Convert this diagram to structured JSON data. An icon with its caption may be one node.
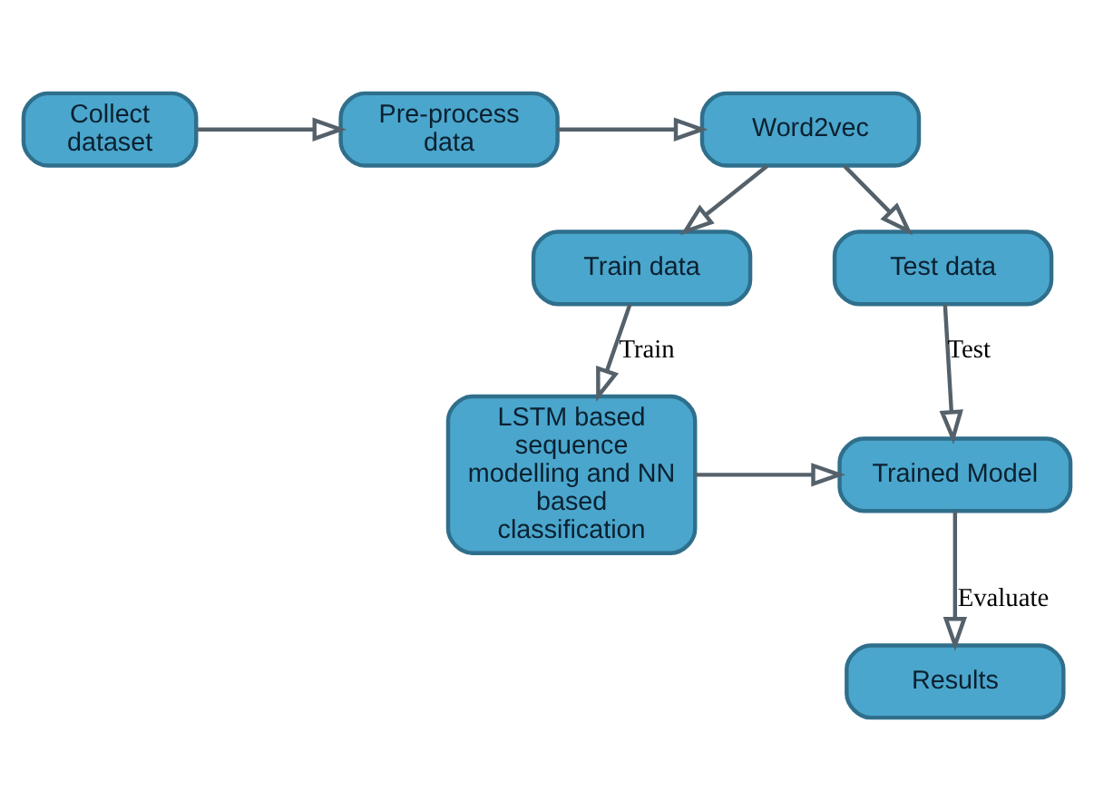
{
  "diagram": {
    "nodes": [
      {
        "text": [
          "Collect dataset"
        ]
      },
      {
        "text": [
          "Pre-process data"
        ]
      },
      {
        "text": [
          "Word2vec"
        ]
      },
      {
        "text": [
          "Train data"
        ]
      },
      {
        "text": [
          "Test data"
        ]
      },
      {
        "text": [
          "LSTM based sequence modelling and NN based classification"
        ]
      },
      {
        "text": [
          "Trained Model"
        ]
      },
      {
        "text": [
          "Results"
        ]
      }
    ],
    "edges": [
      {
        "from": 0,
        "to": 1,
        "arrow": "to"
      },
      {
        "from": 1,
        "to": 2,
        "arrow": "to"
      },
      {
        "from": 2,
        "to": 3,
        "arrow": "to"
      },
      {
        "from": 2,
        "to": 4,
        "arrow": "to"
      },
      {
        "from": 3,
        "to": 5,
        "arrow": "to",
        "label": "Train"
      },
      {
        "from": 4,
        "to": 6,
        "arrow": "to",
        "label": "Test"
      },
      {
        "from": 5,
        "to": 6,
        "arrow": "to"
      },
      {
        "from": 6,
        "to": 7,
        "arrow": "to",
        "label": "Evaluate"
      }
    ]
  }
}
